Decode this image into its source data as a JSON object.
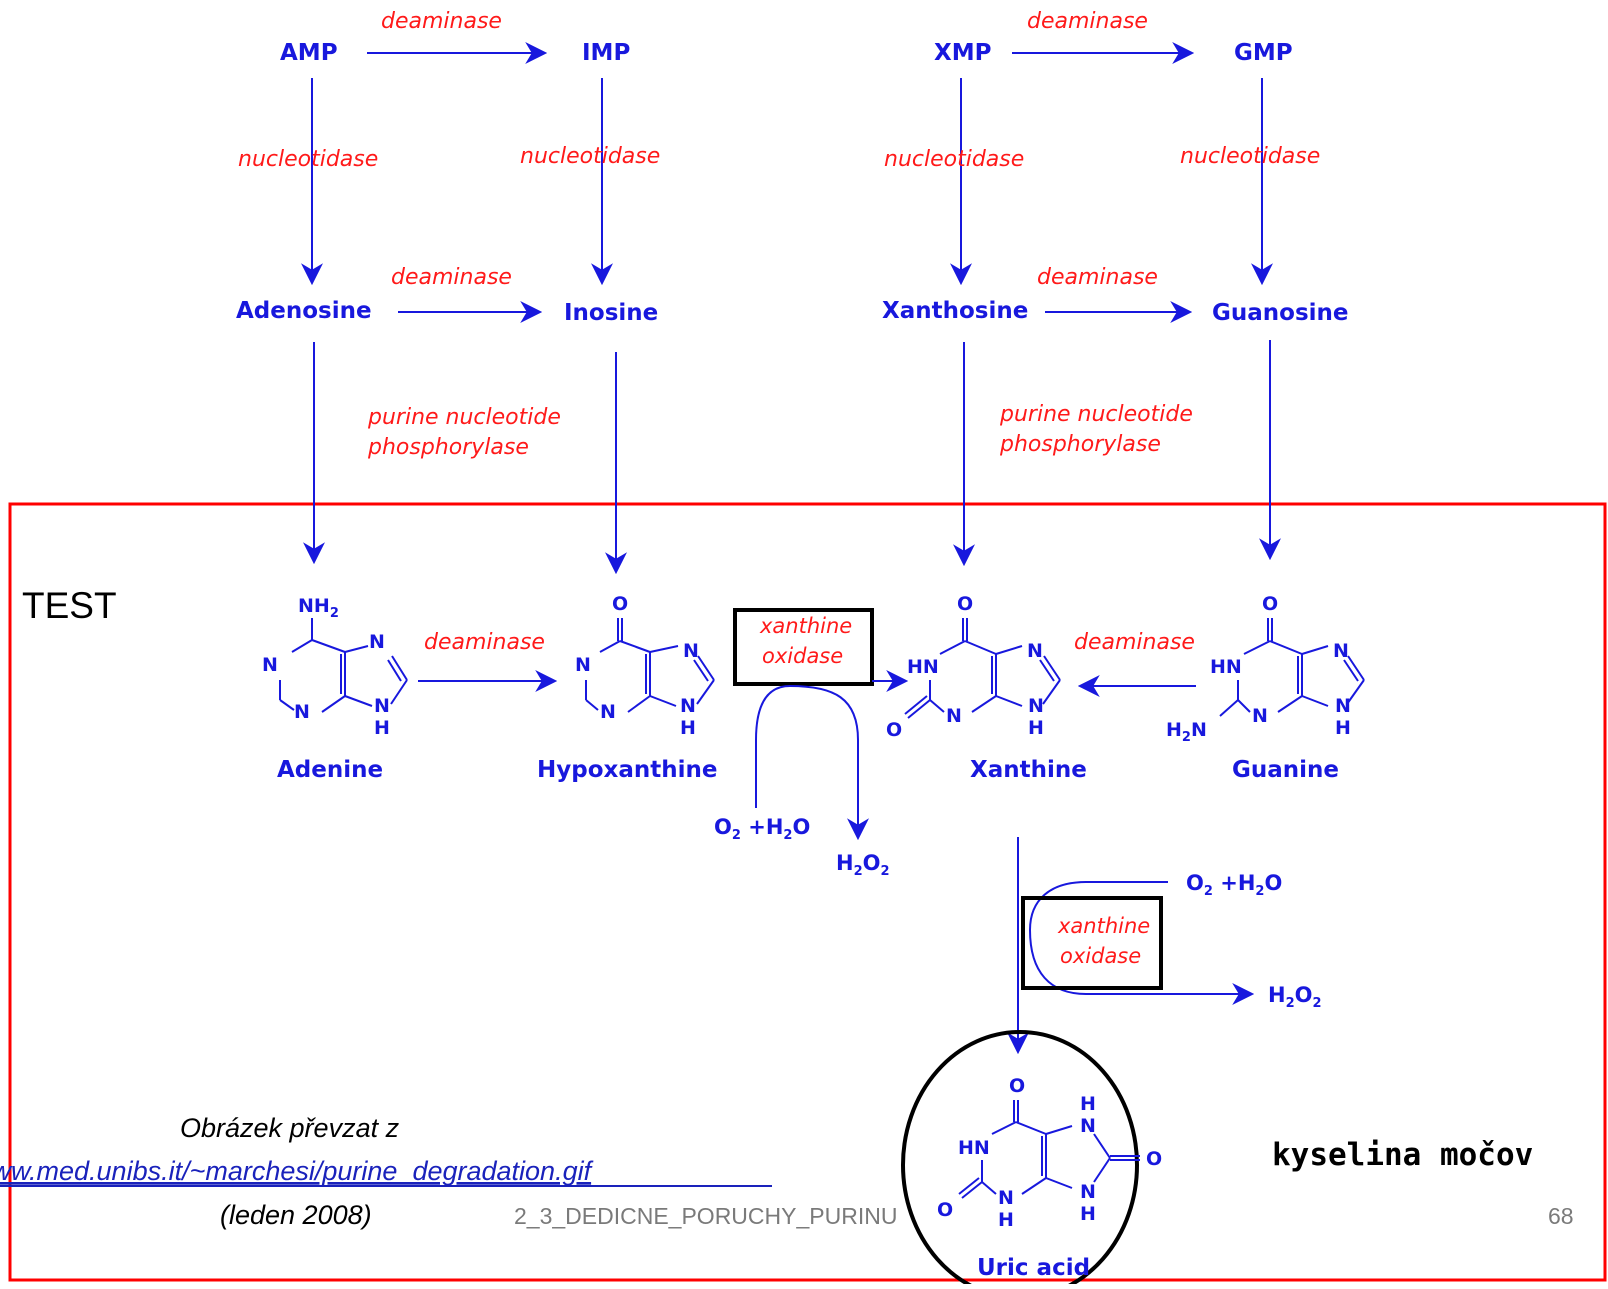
{
  "compounds": {
    "amp": "AMP",
    "imp": "IMP",
    "xmp": "XMP",
    "gmp": "GMP",
    "adenosine": "Adenosine",
    "inosine": "Inosine",
    "xanthosine": "Xanthosine",
    "guanosine": "Guanosine",
    "adenine": "Adenine",
    "hypoxanthine": "Hypoxanthine",
    "xanthine": "Xanthine",
    "guanine": "Guanine",
    "uric_acid": "Uric acid"
  },
  "enzymes": {
    "deaminase": "deaminase",
    "nucleotidase": "nucleotidase",
    "pnp_line1": "purine nucleotide",
    "pnp_line2": "phosphorylase",
    "xo_line1": "xanthine",
    "xo_line2": "oxidase"
  },
  "reagents": {
    "o2": "O",
    "o2_sub": "2",
    "plus_h2o": " +H",
    "h2o_sub": "2",
    "h2o_o": "O",
    "h2o2_h": "H",
    "h2o2_sub1": "2",
    "h2o2_o": "O",
    "h2o2_sub2": "2"
  },
  "atoms": {
    "N": "N",
    "NH": "NH",
    "HN": "HN",
    "H": "H",
    "O": "O",
    "NH2_n": "NH",
    "NH2_sub": "2",
    "H2N_h": "H",
    "H2N_sub": "2",
    "H2N_n": "N"
  },
  "labels": {
    "test": "TEST",
    "kyselina": "kyselina močov",
    "credit_line1": "Obrázek převzat z",
    "credit_link": "www.med.unibs.it/~marchesi/purine_degradation.gif",
    "credit_line3": "(leden 2008)",
    "footer_file": "2_3_DEDICNE_PORUCHY_PURINU",
    "page_number": "68"
  },
  "colors": {
    "compound_blue": "#1818dd",
    "enzyme_red": "#ff1a1a",
    "highlight_red": "#ff0000",
    "box_black": "#000000"
  }
}
